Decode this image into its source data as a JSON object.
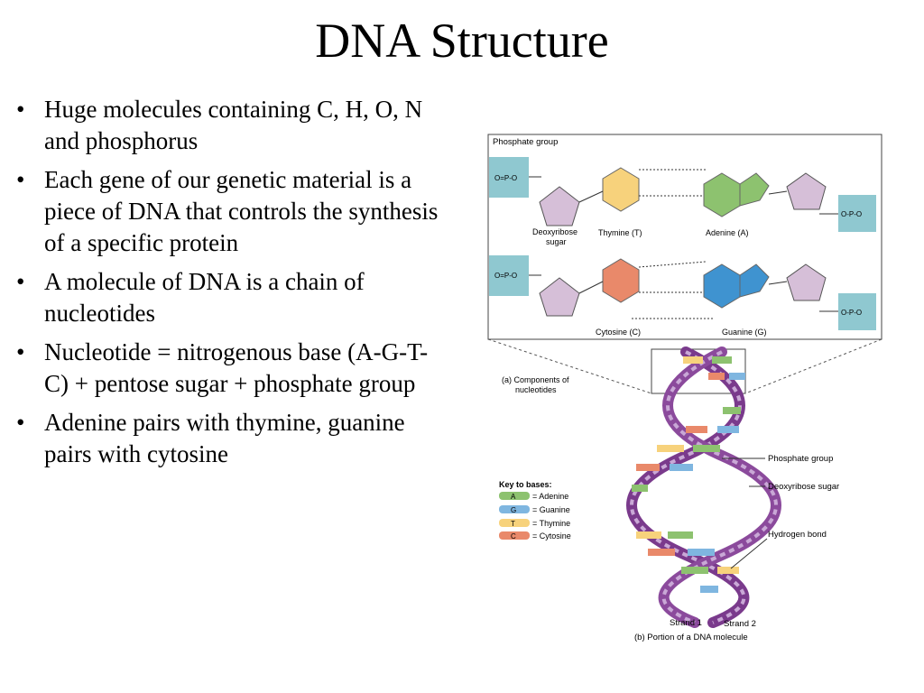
{
  "slide": {
    "title": "DNA Structure",
    "bullet_marker": "•",
    "bullets": [
      "Huge molecules containing C, H, O, N and phosphorus",
      "Each gene of our genetic material is a piece of DNA that controls the synthesis of a specific protein",
      "A molecule of DNA is a chain of nucleotides",
      "Nucleotide = nitrogenous base (A-G-T-C) + pentose sugar + phosphate group",
      "Adenine pairs with thymine, guanine pairs with cytosine"
    ]
  },
  "figure": {
    "panel_a": {
      "phosphate_group": "Phosphate group",
      "deoxyribose_sugar": "Deoxyribose sugar",
      "thymine": "Thymine (T)",
      "adenine": "Adenine (A)",
      "cytosine": "Cytosine (C)",
      "guanine": "Guanine (G)",
      "caption": "(a) Components of nucleotides"
    },
    "panel_b": {
      "key_title": "Key to bases:",
      "key": [
        {
          "letter": "A",
          "label": "= Adenine",
          "color": "#8dc26f"
        },
        {
          "letter": "G",
          "label": "= Guanine",
          "color": "#7fb6e0"
        },
        {
          "letter": "T",
          "label": "= Thymine",
          "color": "#f7d27c"
        },
        {
          "letter": "C",
          "label": "= Cytosine",
          "color": "#e9896a"
        }
      ],
      "labels": {
        "phosphate_group": "Phosphate group",
        "deoxyribose_sugar": "Deoxyribose sugar",
        "hydrogen_bond": "Hydrogen bond",
        "strand1": "Strand 1",
        "strand2": "Strand 2"
      },
      "caption": "(b) Portion of a DNA molecule"
    },
    "colors": {
      "thymine": "#f7d27c",
      "adenine": "#8dc26f",
      "cytosine": "#e9896a",
      "guanine": "#3f93d0",
      "sugar": "#d6bfd8",
      "phosphate": "#8fc8d0",
      "strand": "#7a3a8c"
    }
  }
}
